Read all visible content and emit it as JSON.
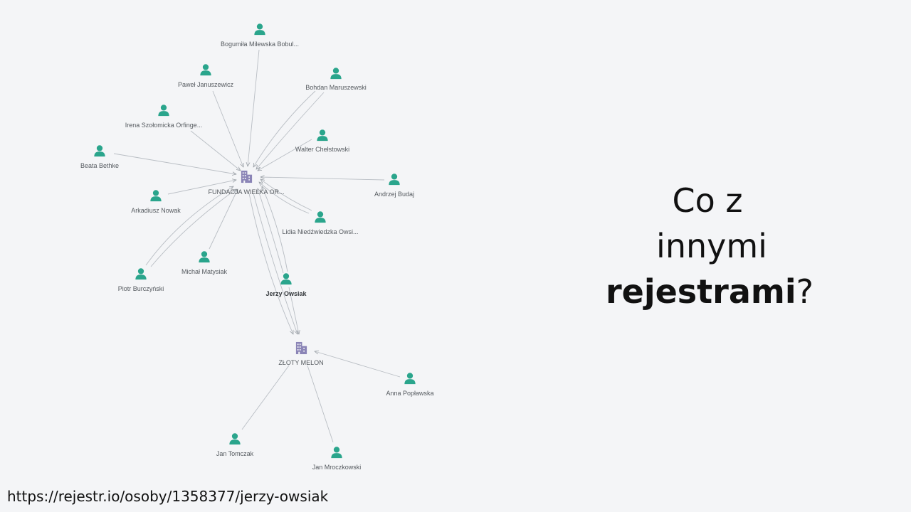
{
  "graph": {
    "org_main": "FUNDACJA WIELKA OR...",
    "org_second": "ZŁOTY MELON",
    "people": {
      "p_bogumila": "Bogumiła Milewska Bobul...",
      "p_pawel": "Paweł Januszewicz",
      "p_bohdan": "Bohdan Maruszewski",
      "p_irena": "Irena Szołomicka Orfinge...",
      "p_walter": "Walter Chełstowski",
      "p_beata": "Beata Bethke",
      "p_andrzej": "Andrzej Budaj",
      "p_arkadiusz": "Arkadiusz Nowak",
      "p_lidia": "Lidia Niedźwiedzka Owsi...",
      "p_michal": "Michał Matysiak",
      "p_jerzy": "Jerzy Owsiak",
      "p_piotr": "Piotr Burczyński",
      "p_anna": "Anna Popławska",
      "p_tomczak": "Jan Tomczak",
      "p_mroczkowski": "Jan Mroczkowski"
    }
  },
  "heading": {
    "line1": "Co z",
    "line2": "innymi",
    "line3_bold": "rejestrami",
    "line3_suffix": "?"
  },
  "footer": {
    "url": "https://rejestr.io/osoby/1358377/jerzy-owsiak"
  },
  "colors": {
    "person_icon": "#2aa58c",
    "org_icon": "#8a84b6",
    "edge": "#b9bec4"
  }
}
